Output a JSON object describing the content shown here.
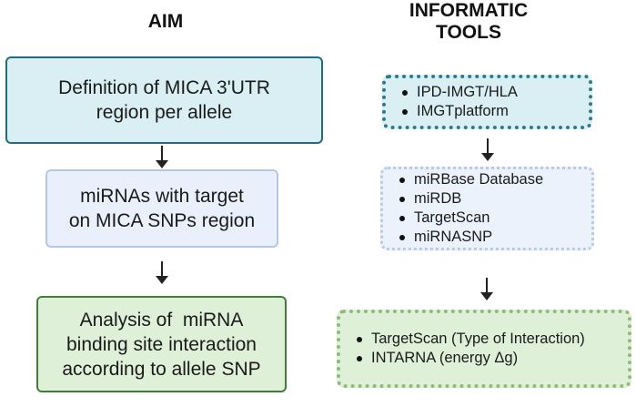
{
  "headings": {
    "aim": "AIM",
    "tools_line1": "INFORMATIC",
    "tools_line2": "TOOLS"
  },
  "aim_steps": [
    {
      "line1": "Definition of MICA 3'UTR",
      "line2": "region per allele",
      "fill": "#d9eff4",
      "border": "#1e6e7d"
    },
    {
      "line1": "miRNAs with target",
      "line2": "on MICA SNPs region",
      "fill": "#e9f0fb",
      "border": "#b4c8e6"
    },
    {
      "line1": "Analysis of  miRNA",
      "line2": "binding site interaction",
      "line3": "according to allele SNP",
      "fill": "#dff0d8",
      "border": "#3f7f35"
    }
  ],
  "tool_groups": [
    {
      "items": [
        "IPD-IMGT/HLA",
        "IMGTplatform"
      ],
      "fill": "#d9eff4",
      "border": "#2e7a8a"
    },
    {
      "items": [
        "miRBase Database",
        "miRDB",
        "TargetScan",
        "miRNASNP"
      ],
      "fill": "#ecf2fb",
      "border": "#b6cbe8"
    },
    {
      "items": [
        "TargetScan (Type of Interaction)",
        "INTARNA (energy Δg)"
      ],
      "fill": "#dff0d8",
      "border": "#8dbb78"
    }
  ],
  "colors": {
    "arrow": "#222222",
    "text": "#1a1a1a"
  }
}
